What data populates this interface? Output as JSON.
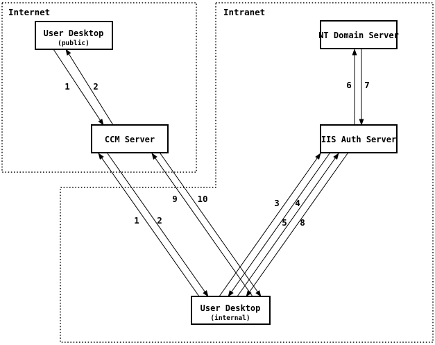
{
  "colors": {
    "background": "#ffffff",
    "ink": "#000000"
  },
  "regions": {
    "internet": {
      "label": "Internet"
    },
    "intranet": {
      "label": "Intranet"
    }
  },
  "nodes": [
    {
      "id": "user-desktop-public",
      "title": "User Desktop",
      "subtitle": "(public)"
    },
    {
      "id": "ccm-server",
      "title": "CCM Server",
      "subtitle": ""
    },
    {
      "id": "nt-domain-server",
      "title": "NT Domain Server",
      "subtitle": ""
    },
    {
      "id": "iis-auth-server",
      "title": "IIS Auth Server",
      "subtitle": ""
    },
    {
      "id": "user-desktop-internal",
      "title": "User Desktop",
      "subtitle": "(internal)"
    }
  ],
  "edges": [
    {
      "label": "1",
      "from": "user-desktop-public",
      "to": "ccm-server"
    },
    {
      "label": "2",
      "from": "ccm-server",
      "to": "user-desktop-public"
    },
    {
      "label": "1",
      "from": "user-desktop-internal",
      "to": "ccm-server"
    },
    {
      "label": "2",
      "from": "ccm-server",
      "to": "user-desktop-internal"
    },
    {
      "label": "9",
      "from": "user-desktop-internal",
      "to": "ccm-server"
    },
    {
      "label": "10",
      "from": "ccm-server",
      "to": "user-desktop-internal"
    },
    {
      "label": "3",
      "from": "user-desktop-internal",
      "to": "iis-auth-server"
    },
    {
      "label": "4",
      "from": "iis-auth-server",
      "to": "user-desktop-internal"
    },
    {
      "label": "5",
      "from": "user-desktop-internal",
      "to": "iis-auth-server"
    },
    {
      "label": "8",
      "from": "iis-auth-server",
      "to": "user-desktop-internal"
    },
    {
      "label": "6",
      "from": "iis-auth-server",
      "to": "nt-domain-server"
    },
    {
      "label": "7",
      "from": "nt-domain-server",
      "to": "iis-auth-server"
    }
  ]
}
